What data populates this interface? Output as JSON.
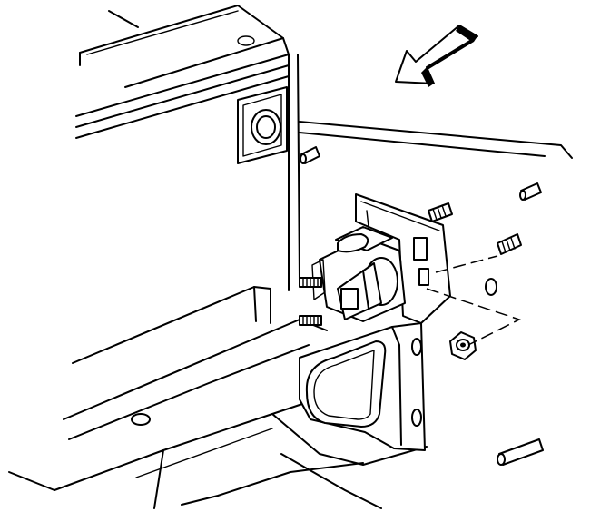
{
  "figure": {
    "kind": "technical line illustration",
    "labels": [],
    "colors": {
      "ink": "#000000",
      "paper": "#ffffff"
    },
    "parts": [
      "direction-arrow",
      "frame-rail",
      "bracket",
      "mounting-studs",
      "retaining-nut",
      "relay-module",
      "rubber-grommet",
      "locating-pins"
    ]
  }
}
